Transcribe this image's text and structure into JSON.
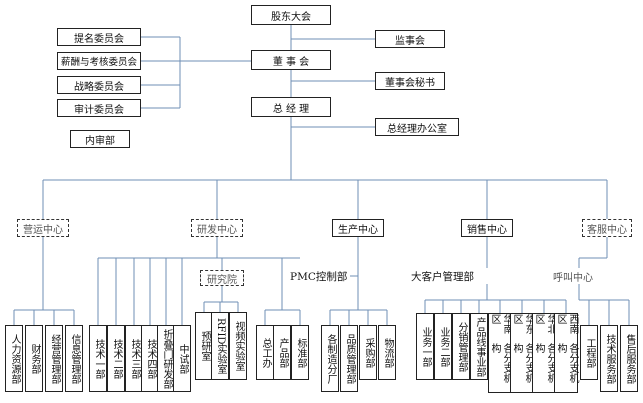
{
  "top": {
    "shareholders": "股东大会",
    "supervisory_board": "监事会",
    "board": "董 事 会",
    "board_secretary": "董事会秘书",
    "general_manager": "总 经 理",
    "gm_office": "总经理办公室"
  },
  "committees": [
    "提名委员会",
    "薪酬与考核委员会",
    "战略委员会",
    "审计委员会"
  ],
  "internal_audit": "内审部",
  "centers": {
    "operations": "营运中心",
    "rnd": "研发中心",
    "production": "生产中心",
    "sales": "销售中心",
    "service": "客服中心"
  },
  "sub_units": {
    "research_institute": "研究院",
    "pmc": "PMC控制部",
    "key_accounts": "大客户管理部",
    "call_center": "呼叫中心"
  },
  "departments": {
    "operations": [
      "人力资源部",
      "财务部",
      "经营管理部",
      "信息管理部"
    ],
    "rnd_tech": [
      "技术一部",
      "技术二部",
      "技术三部",
      "技术四部",
      "折叠门研发部",
      "中试部"
    ],
    "research": [
      "预研室",
      "RFID实验室",
      "视频实验室"
    ],
    "rnd_other": [
      "总工办",
      "产品部",
      "标准部"
    ],
    "production": [
      "各制造分厂",
      "品质管理部",
      "采购部",
      "物流部"
    ],
    "sales_main": [
      "业务一部",
      "业务二部",
      "分销管理部",
      "产品线事业部"
    ],
    "sales_regional": [
      [
        "华南区",
        "各分支机构"
      ],
      [
        "华东区",
        "各分支机构"
      ],
      [
        "华北区",
        "各分支机构"
      ],
      [
        "西南区",
        "各分支机构"
      ]
    ],
    "service": [
      "工程部",
      "技术服务部",
      "售后服务部"
    ]
  },
  "colors": {
    "connector": "#6f8fb5",
    "border": "#222222",
    "dashed_text": "#555555"
  }
}
